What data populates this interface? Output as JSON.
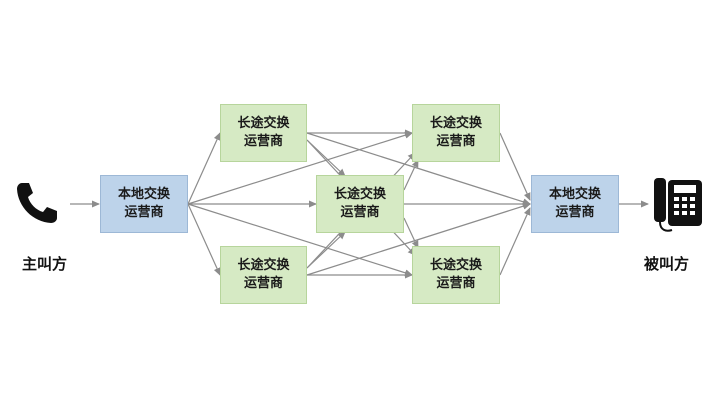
{
  "caller": {
    "label": "主叫方",
    "icon": "handset-icon"
  },
  "callee": {
    "label": "被叫方",
    "icon": "desk-phone-icon"
  },
  "nodes": {
    "local_a": {
      "line1": "本地交换",
      "line2": "运营商"
    },
    "ld_top_left": {
      "line1": "长途交换",
      "line2": "运营商"
    },
    "ld_bottom_left": {
      "line1": "长途交换",
      "line2": "运营商"
    },
    "ld_center": {
      "line1": "长途交换",
      "line2": "运营商"
    },
    "ld_top_right": {
      "line1": "长途交换",
      "line2": "运营商"
    },
    "ld_bottom_right": {
      "line1": "长途交换",
      "line2": "运营商"
    },
    "local_b": {
      "line1": "本地交换",
      "line2": "运营商"
    }
  },
  "colors": {
    "local_fill": "#bdd3ea",
    "long_fill": "#d6eac4",
    "connector": "#8c8c8c"
  }
}
